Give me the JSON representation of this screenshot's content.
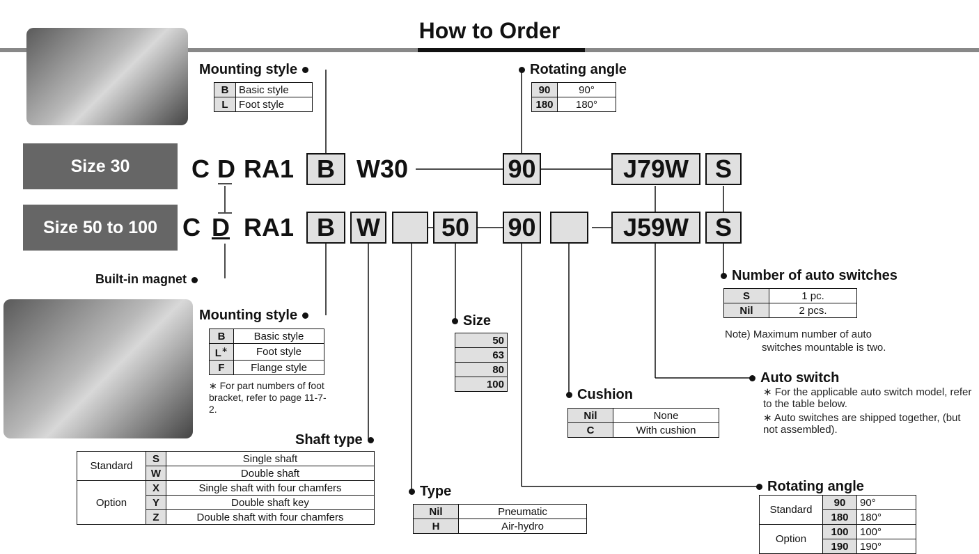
{
  "title": "How to Order",
  "size_tags": [
    "Size 30",
    "Size 50 to 100"
  ],
  "code30": {
    "c": "C",
    "d": "D",
    "ra1": "RA1",
    "b": "B",
    "w30": "W30",
    "angle": "90",
    "switch": "J79W",
    "s": "S"
  },
  "code50": {
    "c": "C",
    "d": "D",
    "ra1": "RA1",
    "b": "B",
    "w": "W",
    "type": "",
    "size": "50",
    "angle": "90",
    "cushion": "",
    "switch": "J59W",
    "s": "S"
  },
  "built_in_magnet": "Built-in magnet",
  "mounting_top": {
    "title": "Mounting style",
    "rows": [
      {
        "k": "B",
        "v": "Basic style"
      },
      {
        "k": "L",
        "v": "Foot style"
      }
    ]
  },
  "rotating_top": {
    "title": "Rotating angle",
    "rows": [
      {
        "k": "90",
        "v": "90°"
      },
      {
        "k": "180",
        "v": "180°"
      }
    ]
  },
  "mounting_bottom": {
    "title": "Mounting style",
    "rows": [
      {
        "k": "B",
        "v": "Basic style"
      },
      {
        "k": "L",
        "mark": "∗",
        "v": "Foot style"
      },
      {
        "k": "F",
        "v": "Flange style"
      }
    ],
    "note": "∗ For part numbers of foot bracket, refer to page 11-7-2."
  },
  "size_sel": {
    "title": "Size",
    "values": [
      "50",
      "63",
      "80",
      "100"
    ]
  },
  "shaft": {
    "title": "Shaft type",
    "groups": [
      {
        "name": "Standard",
        "rows": [
          {
            "k": "S",
            "v": "Single shaft"
          },
          {
            "k": "W",
            "v": "Double shaft"
          }
        ]
      },
      {
        "name": "Option",
        "rows": [
          {
            "k": "X",
            "v": "Single shaft with four chamfers"
          },
          {
            "k": "Y",
            "v": "Double shaft key"
          },
          {
            "k": "Z",
            "v": "Double shaft with four chamfers"
          }
        ]
      }
    ]
  },
  "type_sel": {
    "title": "Type",
    "rows": [
      {
        "k": "Nil",
        "v": "Pneumatic"
      },
      {
        "k": "H",
        "v": "Air-hydro"
      }
    ]
  },
  "cushion": {
    "title": "Cushion",
    "rows": [
      {
        "k": "Nil",
        "v": "None"
      },
      {
        "k": "C",
        "v": "With cushion"
      }
    ]
  },
  "num_switches": {
    "title": "Number of auto switches",
    "rows": [
      {
        "k": "S",
        "v": "1 pc."
      },
      {
        "k": "Nil",
        "v": "2 pcs."
      }
    ],
    "note1": "Note) Maximum number of auto",
    "note2": "switches mountable is two."
  },
  "auto_switch": {
    "title": "Auto switch",
    "note1": "∗ For the applicable auto switch model, refer to the table below.",
    "note2": "∗ Auto switches are shipped together, (but not assembled)."
  },
  "rotating_bottom": {
    "title": "Rotating angle",
    "groups": [
      {
        "name": "Standard",
        "rows": [
          {
            "k": "90",
            "v": "90°"
          },
          {
            "k": "180",
            "v": "180°"
          }
        ]
      },
      {
        "name": "Option",
        "rows": [
          {
            "k": "100",
            "v": "100°"
          },
          {
            "k": "190",
            "v": "190°"
          }
        ]
      }
    ]
  },
  "colors": {
    "band": "#888888",
    "tag": "#666666",
    "box": "#e0e0e0"
  }
}
